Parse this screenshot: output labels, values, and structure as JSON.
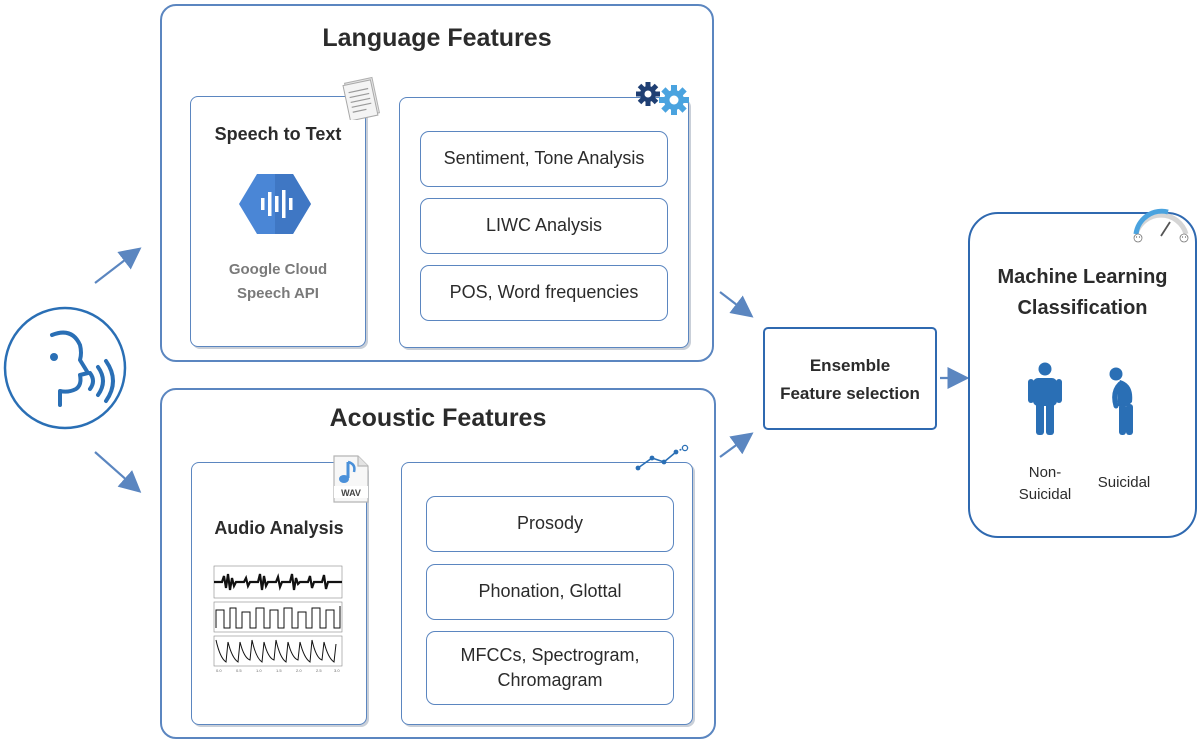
{
  "language": {
    "title": "Language Features",
    "speech_box": {
      "title": "Speech to Text",
      "api_line1": "Google Cloud",
      "api_line2": "Speech API"
    },
    "features": [
      "Sentiment, Tone Analysis",
      "LIWC Analysis",
      "POS, Word frequencies"
    ]
  },
  "acoustic": {
    "title": "Acoustic Features",
    "audio_box": {
      "title": "Audio Analysis",
      "wav_label": "WAV"
    },
    "features": [
      "Prosody",
      "Phonation, Glottal",
      "MFCCs, Spectrogram,\nChromagram"
    ]
  },
  "ensemble": {
    "line1": "Ensemble",
    "line2": "Feature selection"
  },
  "ml": {
    "title_line1": "Machine Learning",
    "title_line2": "Classification",
    "class_non_line1": "Non-",
    "class_non_line2": "Suicidal",
    "class_suicidal": "Suicidal"
  },
  "colors": {
    "stroke": "#5b86c0",
    "icon_blue": "#2a6fb5",
    "gcp_blue": "#4a86d6",
    "gear_dark": "#1f3f73",
    "gear_light": "#4aa3df"
  }
}
